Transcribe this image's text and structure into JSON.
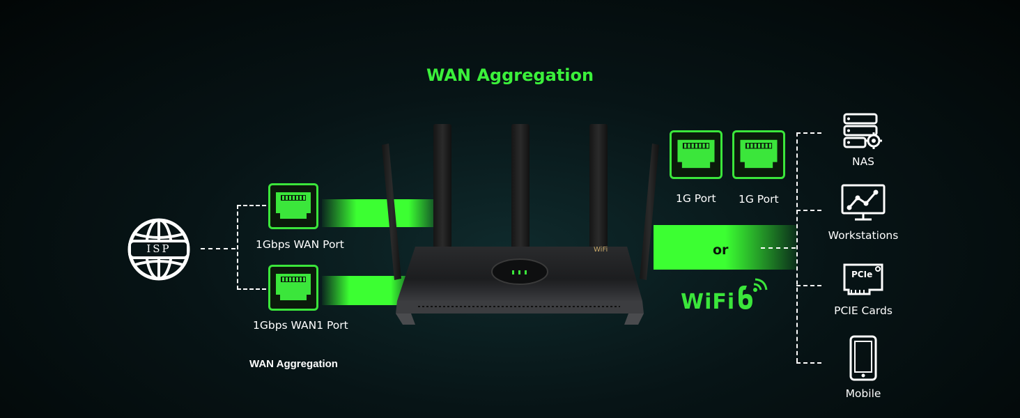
{
  "title": "WAN Aggregation",
  "footer_label": "WAN Aggregation",
  "isp_label": "ISP",
  "wan_ports": [
    {
      "label": "1Gbps WAN Port"
    },
    {
      "label": "1Gbps WAN1 Port"
    }
  ],
  "lan_ports": [
    {
      "label": "1G Port"
    },
    {
      "label": "1G Port"
    }
  ],
  "or_label": "or",
  "wifi_brand": "WiFi",
  "router_brand_badge": "WiFi",
  "devices": [
    {
      "label": "NAS",
      "icon": "server-icon"
    },
    {
      "label": "Workstations",
      "icon": "monitor-chart-icon"
    },
    {
      "label": "PCIE Cards",
      "icon": "pcie-card-icon"
    },
    {
      "label": "Mobile",
      "icon": "mobile-phone-icon"
    }
  ],
  "pcie_chip_text": "PCIe",
  "colors": {
    "accent_green": "#3be63b",
    "band_green": "#3cff32",
    "background": "#071416"
  }
}
